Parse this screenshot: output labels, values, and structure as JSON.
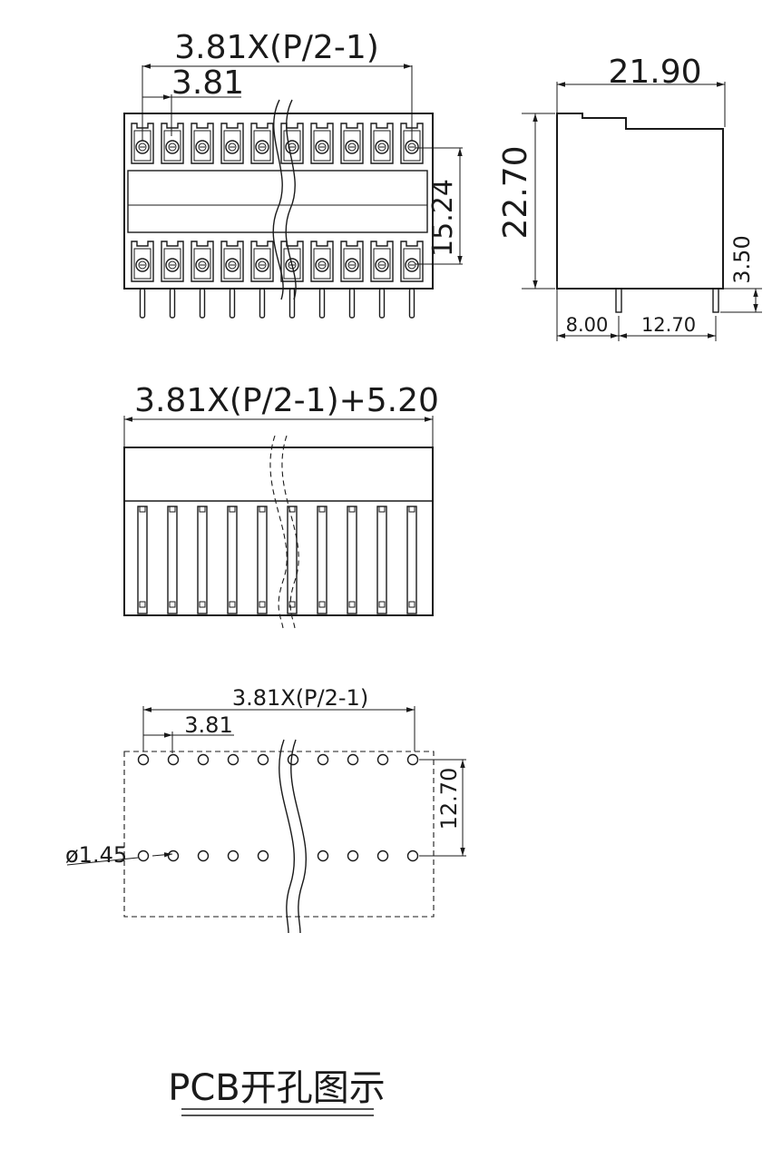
{
  "top_view": {
    "pitch_span_label": "3.81X(P/2-1)",
    "pitch_label": "3.81",
    "row_spacing_label": "15.24",
    "positions_per_row": 10
  },
  "side_view": {
    "depth_label": "21.90",
    "height_label": "22.70",
    "pin_length_label": "3.50",
    "offset_label": "8.00",
    "pin_spacing_label": "12.70"
  },
  "front_view": {
    "overall_label": "3.81X(P/2-1)+5.20",
    "positions": 10
  },
  "pcb_view": {
    "pitch_span_label": "3.81X(P/2-1)",
    "pitch_label": "3.81",
    "row_spacing_label": "12.70",
    "hole_label": "ø1.45"
  },
  "caption": "PCB开孔图示"
}
